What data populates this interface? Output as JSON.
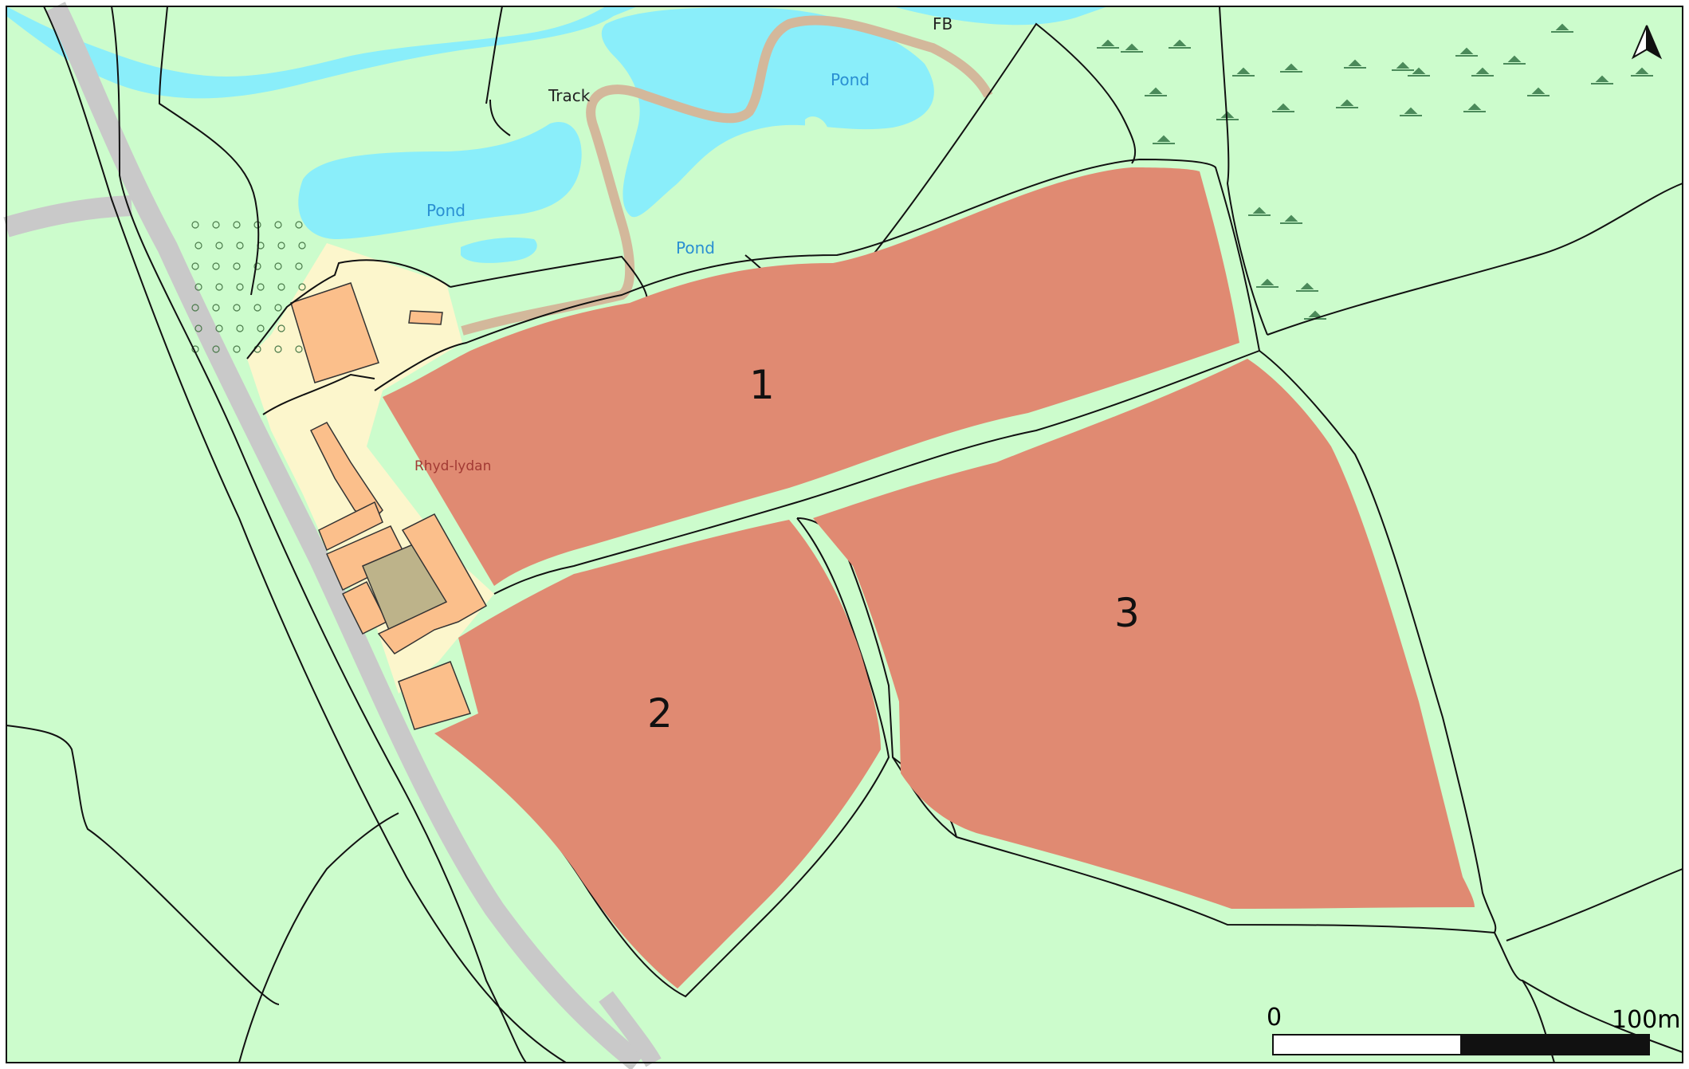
{
  "map": {
    "labels": {
      "track": "Track",
      "footbridge": "FB",
      "pond_north": "Pond",
      "pond_west": "Pond",
      "pond_south": "Pond",
      "place": "Rhyd-lydan"
    },
    "parcels": [
      {
        "id": "parcel-1",
        "label": "1"
      },
      {
        "id": "parcel-2",
        "label": "2"
      },
      {
        "id": "parcel-3",
        "label": "3"
      }
    ],
    "scale_bar": {
      "start_label": "0",
      "end_label": "100m"
    },
    "north_arrow_icon": "north-arrow-icon",
    "colors": {
      "background": "#ccfccc",
      "water": "#8aeefa",
      "water_text": "#2a8fd2",
      "parcel": "#e08a72",
      "road": "#c9c9c9",
      "track": "#d3b89b",
      "yard": "#fcf6cc",
      "building": "#fbbf8b",
      "building_dark": "#bdb38a",
      "place_text": "#a23a34",
      "boundary": "#111111"
    }
  }
}
